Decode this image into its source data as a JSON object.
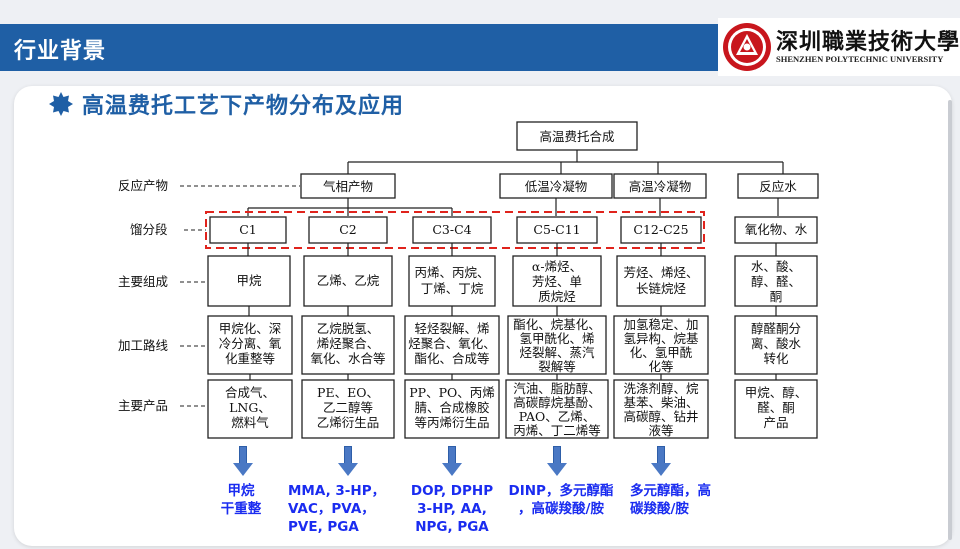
{
  "header": {
    "section_title": "行业背景",
    "university_cn": "深圳職業技術大學",
    "university_en": "SHENZHEN POLYTECHNIC UNIVERSITY"
  },
  "slide": {
    "title": "高温费托工艺下产物分布及应用"
  },
  "diagram": {
    "root": "高温费托合成",
    "row_labels": [
      "反应产物",
      "馏分段",
      "主要组成",
      "加工路线",
      "主要产品"
    ],
    "products": [
      "气相产物",
      "低温冷凝物",
      "高温冷凝物",
      "反应水"
    ],
    "fractions": [
      "C1",
      "C2",
      "C3-C4",
      "C5-C11",
      "C12-C25",
      "氧化物、水"
    ],
    "compositions": [
      [
        "甲烷"
      ],
      [
        "乙烯、乙烷"
      ],
      [
        "丙烯、丙烷、",
        "丁烯、丁烷"
      ],
      [
        "α-烯烃、",
        "芳烃、单",
        "质烷烃"
      ],
      [
        "芳烃、烯烃、",
        "长链烷烃"
      ],
      [
        "水、酸、",
        "醇、醛、",
        "酮"
      ]
    ],
    "routes": [
      [
        "甲烷化、深",
        "冷分离、氧",
        "化重整等"
      ],
      [
        "乙烷脱氢、",
        "烯烃聚合、",
        "氧化、水合等"
      ],
      [
        "轻烃裂解、烯",
        "烃聚合、氧化、",
        "酯化、合成等"
      ],
      [
        "酯化、烷基化、",
        "氢甲酰化、烯",
        "烃裂解、蒸汽",
        "裂解等"
      ],
      [
        "加氢稳定、加",
        "氢异构、烷基",
        "化、氢甲酰",
        "化等"
      ],
      [
        "醇醛酮分",
        "离、酸水",
        "转化"
      ]
    ],
    "main_products": [
      [
        "合成气、",
        "LNG、",
        "燃料气"
      ],
      [
        "PE、EO、",
        "乙二醇等",
        "乙烯衍生品"
      ],
      [
        "PP、PO、丙烯",
        "腈、合成橡胶",
        "等丙烯衍生品"
      ],
      [
        "汽油、脂肪醇、",
        "高碳醇烷基酚、",
        "PAO、乙烯、",
        "丙烯、丁二烯等"
      ],
      [
        "洗涤剂醇、烷",
        "基苯、柴油、",
        "高碳醇、钻井",
        "液等"
      ],
      [
        "甲烷、醇、",
        "醛、酮",
        "产品"
      ]
    ]
  },
  "applications": [
    [
      "甲烷",
      "干重整"
    ],
    [
      "MMA, 3-HP，",
      "VAC，PVA，",
      "PVE, PGA"
    ],
    [
      "DOP, DPHP",
      "3-HP, AA,",
      "NPG, PGA"
    ],
    [
      "DINP，多元醇酯",
      "，高碳羧酸/胺"
    ],
    [
      "多元醇酯，高",
      "碳羧酸/胺"
    ]
  ],
  "colors": {
    "brand_blue": "#1f5fa5",
    "highlight_red": "#e0231c",
    "application_text": "#1a2cf0",
    "arrow_fill": "#4a78c4"
  },
  "icons": [
    "hexagon-bullet-icon",
    "university-seal-icon",
    "down-arrow-icon"
  ]
}
